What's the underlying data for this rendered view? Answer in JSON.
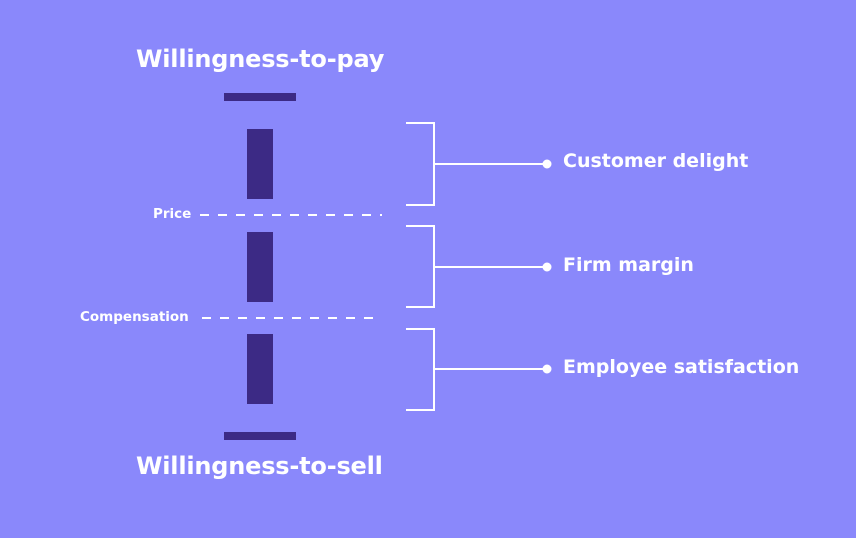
{
  "colors": {
    "background": "#8a88fb",
    "bar": "#3c2a85",
    "line": "#ffffff"
  },
  "top_label": "Willingness-to-pay",
  "bottom_label": "Willingness-to-sell",
  "markers": {
    "price": "Price",
    "compensation": "Compensation"
  },
  "segments": [
    {
      "label": "Customer delight"
    },
    {
      "label": "Firm margin"
    },
    {
      "label": "Employee satisfaction"
    }
  ]
}
